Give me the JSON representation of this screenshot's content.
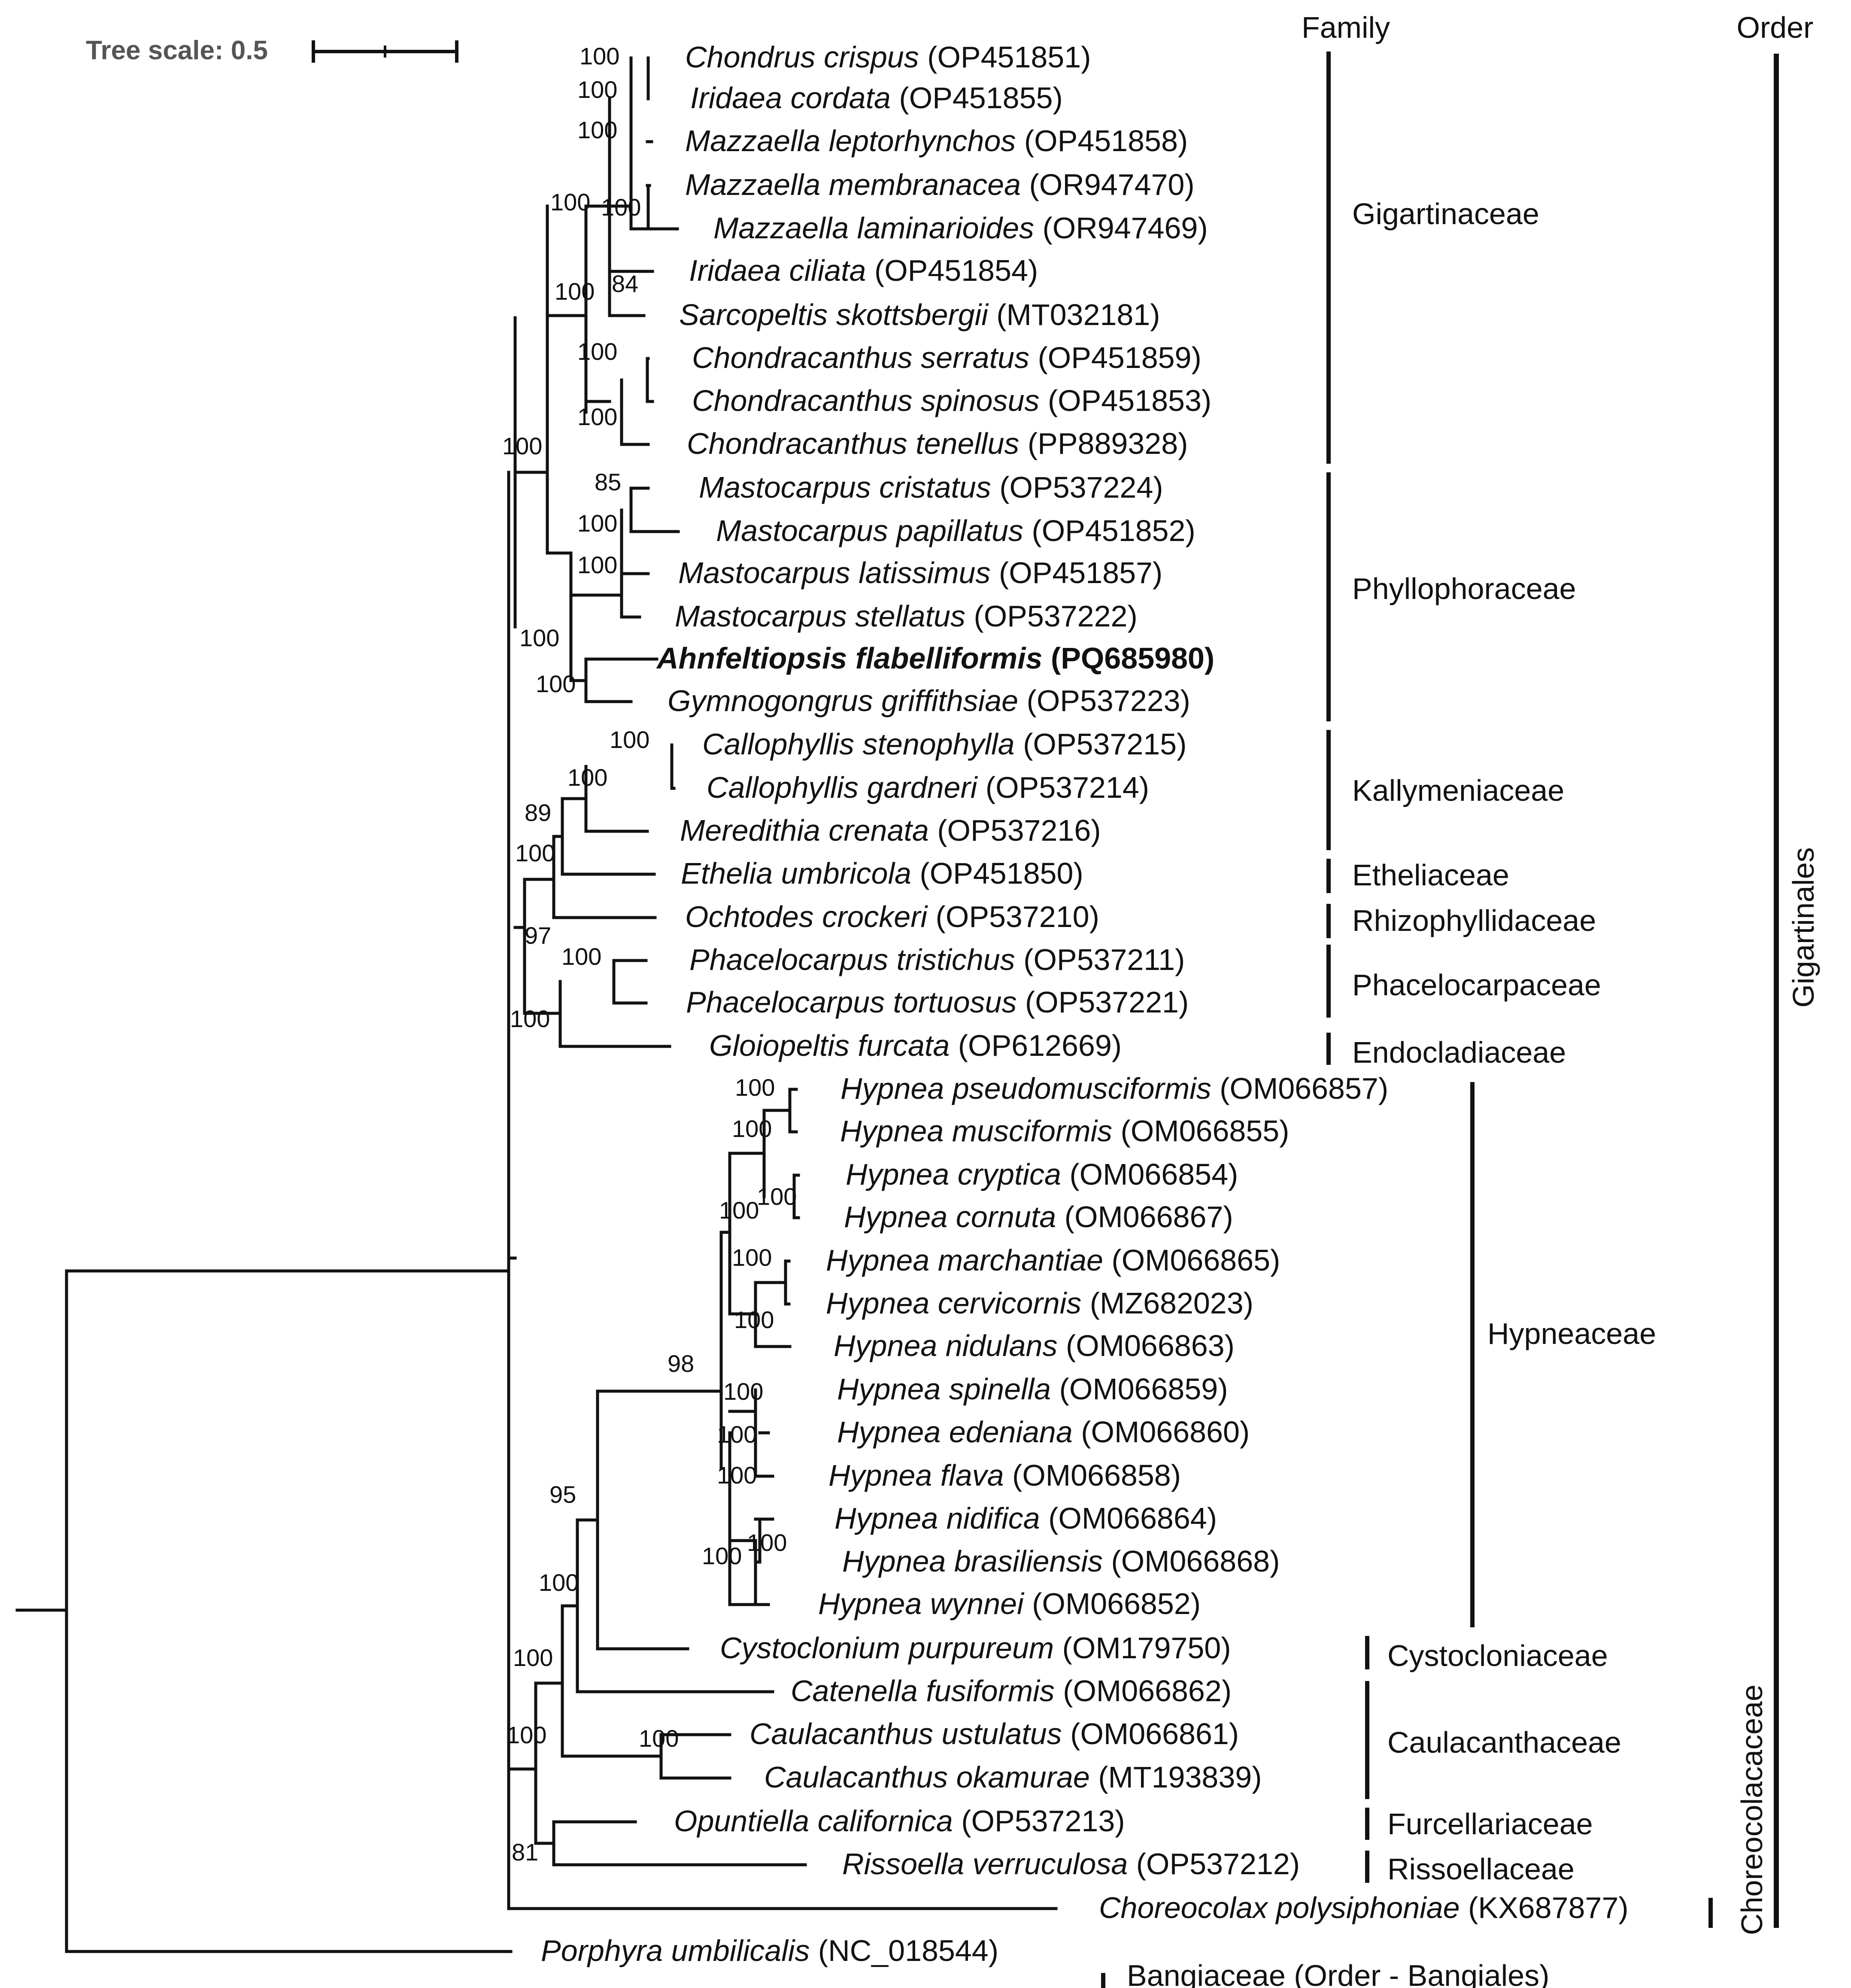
{
  "scale_bar": {
    "label": "Tree scale: 0.5"
  },
  "column_headers": {
    "family": "Family",
    "order": "Order"
  },
  "taxa": [
    {
      "name": "Chondrus crispus",
      "accession": "(OP451851)"
    },
    {
      "name": "Iridaea cordata",
      "accession": "(OP451855)"
    },
    {
      "name": "Mazzaella leptorhynchos",
      "accession": "(OP451858)"
    },
    {
      "name": "Mazzaella membranacea",
      "accession": "(OR947470)"
    },
    {
      "name": "Mazzaella laminarioides",
      "accession": "(OR947469)"
    },
    {
      "name": "Iridaea ciliata",
      "accession": "(OP451854)"
    },
    {
      "name": "Sarcopeltis skottsbergii",
      "accession": "(MT032181)"
    },
    {
      "name": "Chondracanthus serratus",
      "accession": "(OP451859)"
    },
    {
      "name": "Chondracanthus spinosus",
      "accession": "(OP451853)"
    },
    {
      "name": "Chondracanthus tenellus",
      "accession": "(PP889328)"
    },
    {
      "name": "Mastocarpus cristatus",
      "accession": "(OP537224)"
    },
    {
      "name": "Mastocarpus papillatus",
      "accession": "(OP451852)"
    },
    {
      "name": "Mastocarpus latissimus",
      "accession": "(OP451857)"
    },
    {
      "name": "Mastocarpus stellatus",
      "accession": "(OP537222)"
    },
    {
      "name": "Ahnfeltiopsis flabelliformis",
      "accession": "(PQ685980)",
      "highlight": true
    },
    {
      "name": "Gymnogongrus griffithsiae",
      "accession": "(OP537223)"
    },
    {
      "name": "Callophyllis stenophylla",
      "accession": "(OP537215)"
    },
    {
      "name": "Callophyllis gardneri",
      "accession": "(OP537214)"
    },
    {
      "name": "Meredithia crenata",
      "accession": "(OP537216)"
    },
    {
      "name": "Ethelia umbricola",
      "accession": "(OP451850)"
    },
    {
      "name": "Ochtodes crockeri",
      "accession": "(OP537210)"
    },
    {
      "name": "Phacelocarpus tristichus",
      "accession": "(OP537211)"
    },
    {
      "name": "Phacelocarpus tortuosus",
      "accession": "(OP537221)"
    },
    {
      "name": "Gloiopeltis furcata",
      "accession": "(OP612669)"
    },
    {
      "name": "Hypnea pseudomusciformis",
      "accession": "(OM066857)"
    },
    {
      "name": "Hypnea musciformis",
      "accession": "(OM066855)"
    },
    {
      "name": "Hypnea cryptica",
      "accession": "(OM066854)"
    },
    {
      "name": "Hypnea cornuta",
      "accession": "(OM066867)"
    },
    {
      "name": "Hypnea marchantiae",
      "accession": "(OM066865)"
    },
    {
      "name": "Hypnea cervicornis",
      "accession": "(MZ682023)"
    },
    {
      "name": "Hypnea nidulans",
      "accession": "(OM066863)"
    },
    {
      "name": "Hypnea spinella",
      "accession": "(OM066859)"
    },
    {
      "name": "Hypnea edeniana",
      "accession": "(OM066860)"
    },
    {
      "name": "Hypnea flava",
      "accession": "(OM066858)"
    },
    {
      "name": "Hypnea nidifica",
      "accession": "(OM066864)"
    },
    {
      "name": "Hypnea brasiliensis",
      "accession": "(OM066868)"
    },
    {
      "name": "Hypnea wynnei",
      "accession": "(OM066852)"
    },
    {
      "name": "Cystoclonium purpureum",
      "accession": "(OM179750)"
    },
    {
      "name": "Catenella fusiformis",
      "accession": "(OM066862)"
    },
    {
      "name": "Caulacanthus ustulatus",
      "accession": "(OM066861)"
    },
    {
      "name": "Caulacanthus okamurae",
      "accession": "(MT193839)"
    },
    {
      "name": "Opuntiella californica",
      "accession": "(OP537213)"
    },
    {
      "name": "Rissoella verruculosa",
      "accession": "(OP537212)"
    },
    {
      "name": "Choreocolax polysiphoniae",
      "accession": "(KX687877)"
    },
    {
      "name": "Porphyra umbilicalis",
      "accession": "(NC_018544)"
    }
  ],
  "families": [
    {
      "name": "Gigartinaceae"
    },
    {
      "name": "Phyllophoraceae"
    },
    {
      "name": "Kallymeniaceae"
    },
    {
      "name": "Etheliaceae"
    },
    {
      "name": "Rhizophyllidaceae"
    },
    {
      "name": "Phacelocarpaceae"
    },
    {
      "name": "Endocladiaceae"
    },
    {
      "name": "Hypneaceae"
    },
    {
      "name": "Cystocloniaceae"
    },
    {
      "name": "Caulacanthaceae"
    },
    {
      "name": "Furcellariaceae"
    },
    {
      "name": "Rissoellaceae"
    },
    {
      "name": "Choreocolacaceae"
    },
    {
      "name": "Bangiaceae (Order - Bangiales)"
    }
  ],
  "orders": [
    {
      "name": "Gigartinales"
    }
  ],
  "support_values": [
    "100",
    "100",
    "100",
    "100",
    "100",
    "84",
    "100",
    "100",
    "100",
    "100",
    "85",
    "100",
    "100",
    "100",
    "100",
    "100",
    "100",
    "89",
    "100",
    "97",
    "100",
    "100",
    "100",
    "100",
    "100",
    "100",
    "100",
    "100",
    "98",
    "100",
    "100",
    "100",
    "100",
    "100",
    "95",
    "100",
    "100",
    "100",
    "100",
    "81"
  ]
}
